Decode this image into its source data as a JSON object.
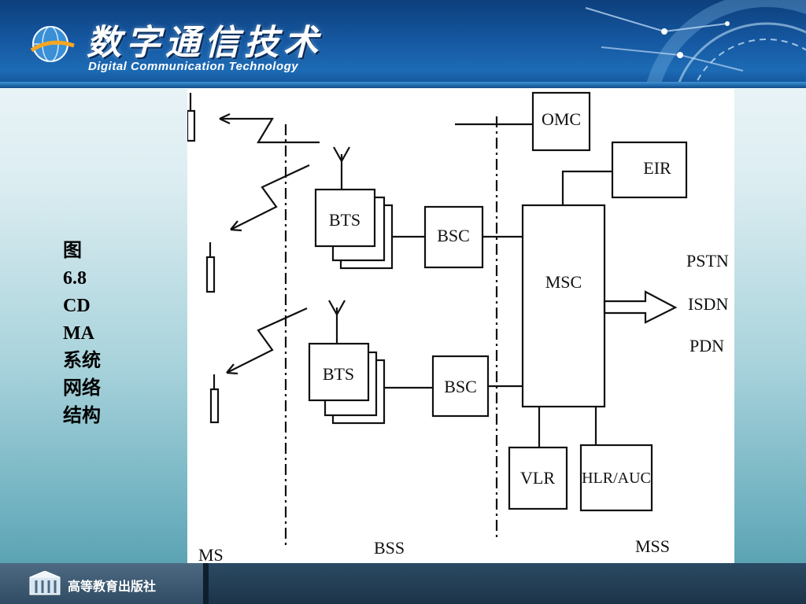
{
  "header": {
    "title_cn": "数字通信技术",
    "title_en": "Digital Communication Technology"
  },
  "caption": {
    "lines": [
      "图",
      "6.8",
      "CD",
      "MA",
      "系统",
      "网络",
      "结构"
    ]
  },
  "diagram": {
    "nodes": {
      "omc": "OMC",
      "eir": "EIR",
      "bts1": "BTS",
      "bts2": "BTS",
      "bsc1": "BSC",
      "bsc2": "BSC",
      "msc": "MSC",
      "vlr": "VLR",
      "hlr": "HLR/AUC"
    },
    "networks": [
      "PSTN",
      "ISDN",
      "PDN"
    ],
    "sections": {
      "ms": "MS",
      "bss": "BSS",
      "mss": "MSS"
    }
  },
  "footer": {
    "publisher": "高等教育出版社"
  }
}
